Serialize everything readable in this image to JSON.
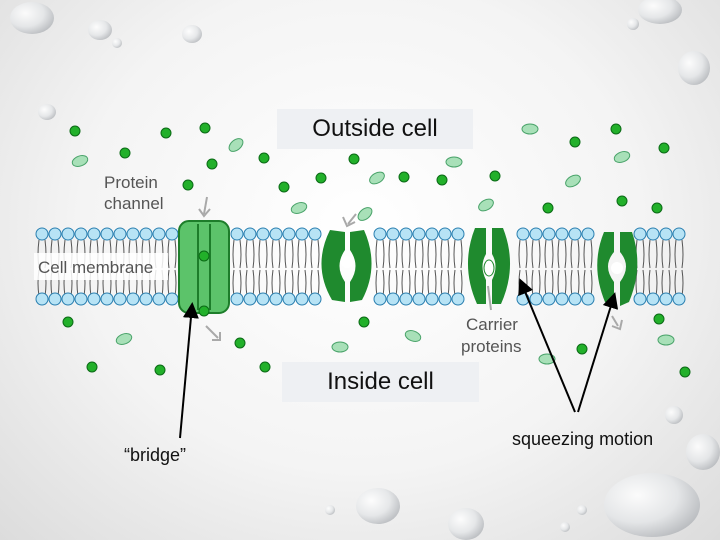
{
  "diagram": {
    "labels": {
      "outside": "Outside cell",
      "inside": "Inside cell",
      "protein_channel": [
        "Protein",
        "channel"
      ],
      "cell_membrane": "Cell membrane",
      "carrier_proteins": [
        "Carrier",
        "proteins"
      ],
      "bridge": "“bridge”",
      "squeezing": "squeezing motion"
    },
    "colors": {
      "membrane_head": "#b7e3f5",
      "membrane_head_stroke": "#2a7fb0",
      "channel": "#5cc36a",
      "carrier": "#1f8a2e",
      "molecule_circle": "#22b02a",
      "molecule_oval": "#a8e0b8",
      "arrow": "#000000"
    },
    "icons": [
      "water-droplet-icon",
      "molecule-dot-icon",
      "molecule-oval-icon"
    ]
  }
}
